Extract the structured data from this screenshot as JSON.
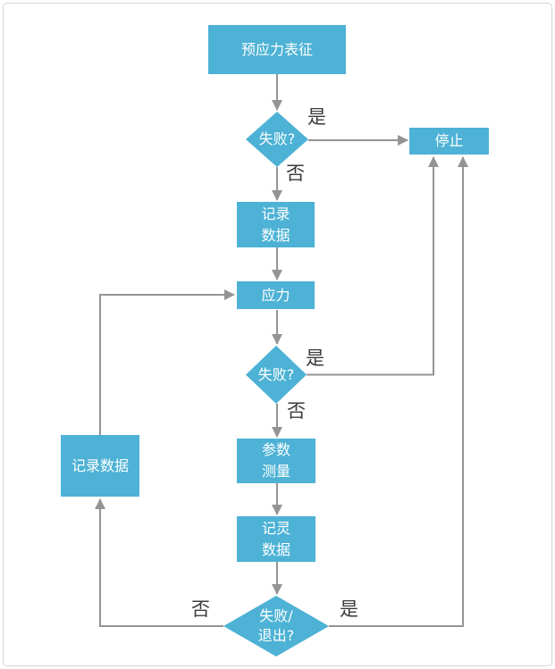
{
  "colors": {
    "node_fill": "#4db2d5",
    "node_text": "#ffffff",
    "connector": "#949494",
    "edge_label_text": "#3b3b3b",
    "page_frame_border": "#d5d5d5",
    "background": "#ffffff"
  },
  "nodes": {
    "start": {
      "label": "预应力表征"
    },
    "decision1": {
      "label": "失败?"
    },
    "stop": {
      "label": "停止"
    },
    "record_data1": {
      "label": "记录\n数据"
    },
    "stress": {
      "label": "应力"
    },
    "decision2": {
      "label": "失败?"
    },
    "param_measure": {
      "label": "参数\n测量"
    },
    "record_data2": {
      "label": "记灵\n数据"
    },
    "record_data_left": {
      "label": "记录数据"
    },
    "decision3": {
      "label": "失败/\n退出?"
    }
  },
  "edge_labels": {
    "yes1": "是",
    "no1": "否",
    "yes2": "是",
    "no2": "否",
    "yes3": "是",
    "no3": "否"
  }
}
